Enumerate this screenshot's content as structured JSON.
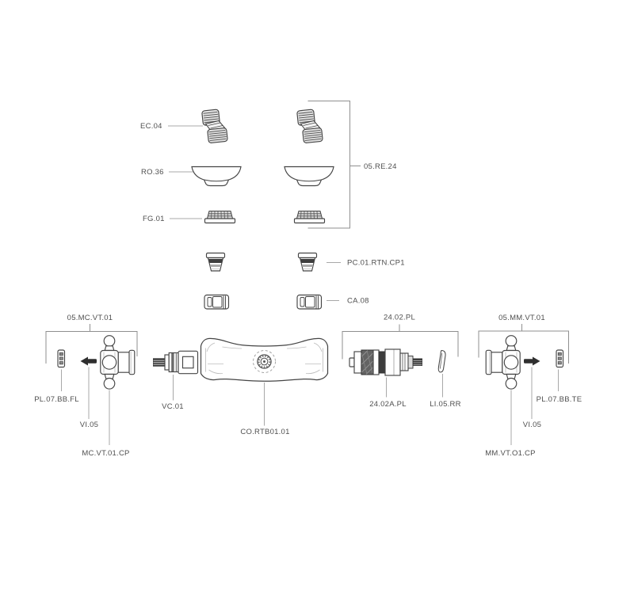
{
  "diagram": {
    "background": "#ffffff",
    "line_color": "#454545",
    "leader_color": "#a8a8a8",
    "text_color": "#4f4f4f",
    "labels": {
      "ec04": "EC.04",
      "ro36": "RO.36",
      "fg01": "FG.01",
      "re24_kit": "05.RE.24",
      "pc01_rtn_cp1": "PC.01.RTN.CP1",
      "ca08": "CA.08",
      "mc_kit": "05.MC.VT.01",
      "pl07_bb_fl": "PL.07.BB.FL",
      "vi05_left": "VI.05",
      "mc_vt01_cp": "MC.VT.01.CP",
      "vc01": "VC.01",
      "co_rtb01_01": "CO.RTB01.01",
      "pl2402_kit": "24.02.PL",
      "pl2402a": "24.02A.PL",
      "li05_rr": "LI.05.RR",
      "mm_kit": "05.MM.VT.01",
      "vi05_right": "VI.05",
      "pl07_bb_te": "PL.07.BB.TE",
      "mm_vt_o1_cp": "MM.VT.O1.CP"
    }
  }
}
